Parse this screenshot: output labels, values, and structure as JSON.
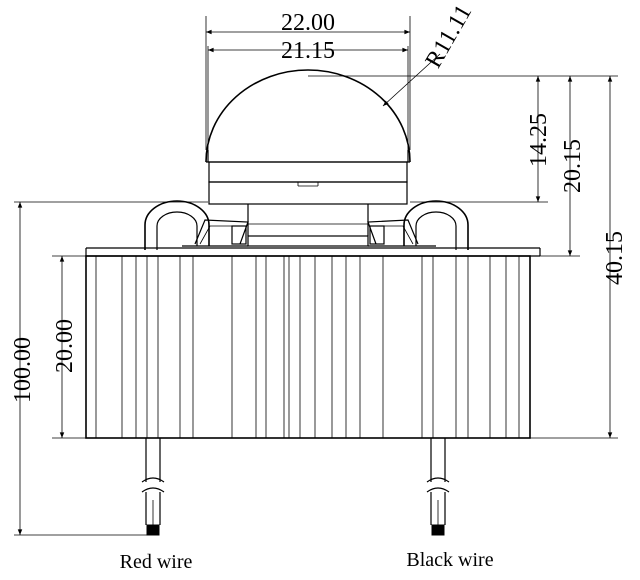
{
  "dimensions": {
    "top_width_outer": "22.00",
    "top_width_inner": "21.15",
    "dome_radius": "R11.11",
    "dome_height": "14.25",
    "top_height": "20.15",
    "total_height": "40.15",
    "body_height": "20.00",
    "overall_length": "100.00"
  },
  "labels": {
    "red_wire": "Red wire",
    "black_wire": "Black wire"
  },
  "colors": {
    "line": "#000000",
    "background": "#ffffff"
  }
}
